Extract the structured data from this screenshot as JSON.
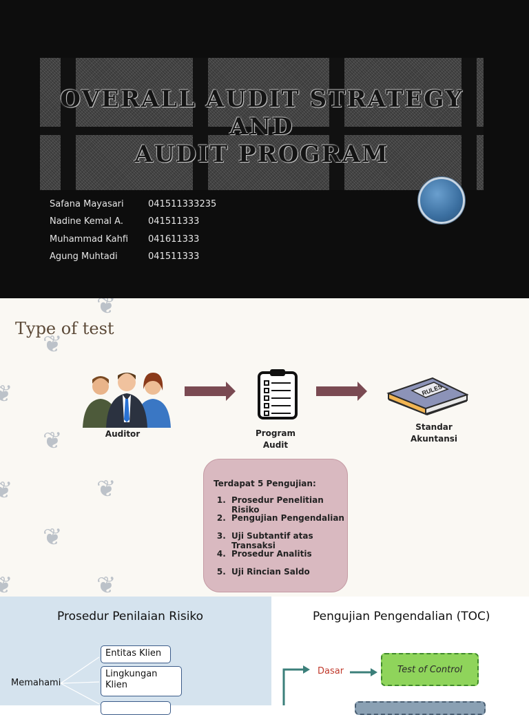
{
  "slide1": {
    "title_lines": [
      "OVERALL AUDIT STRATEGY",
      "AND",
      "AUDIT PROGRAM"
    ],
    "members": [
      {
        "name": "Safana Mayasari",
        "id": "041511333235"
      },
      {
        "name": "Nadine Kemal A.",
        "id": "041511333"
      },
      {
        "name": "Muhammad Kahfi",
        "id": "041611333"
      },
      {
        "name": "Agung Muhtadi",
        "id": "041511333"
      }
    ]
  },
  "slide2": {
    "title": "Type of test",
    "captions": {
      "auditor": "Auditor",
      "program_line1": "Program",
      "program_line2": "Audit",
      "standar_line1": "Standar",
      "standar_line2": "Akuntansi"
    },
    "book_label": "RULES",
    "box_heading": "Terdapat 5 Pengujian:",
    "tests": [
      "Prosedur Penelitian Risiko",
      "Pengujian Pengendalian",
      "Uji Subtantif atas Transaksi",
      "Prosedur Analitis",
      "Uji Rincian Saldo"
    ],
    "colors": {
      "arrow": "#7a4a52",
      "box": "#d9b9c0"
    }
  },
  "slide3": {
    "left_title": "Prosedur Penilaian Risiko",
    "memahami": "Memahami",
    "entitas": "Entitas Klien",
    "lingkungan_line1": "Lingkungan",
    "lingkungan_line2": "Klien",
    "right_title": "Pengujian Pengendalian (TOC)",
    "dasar": "Dasar",
    "toc_box": "Test of Control"
  }
}
